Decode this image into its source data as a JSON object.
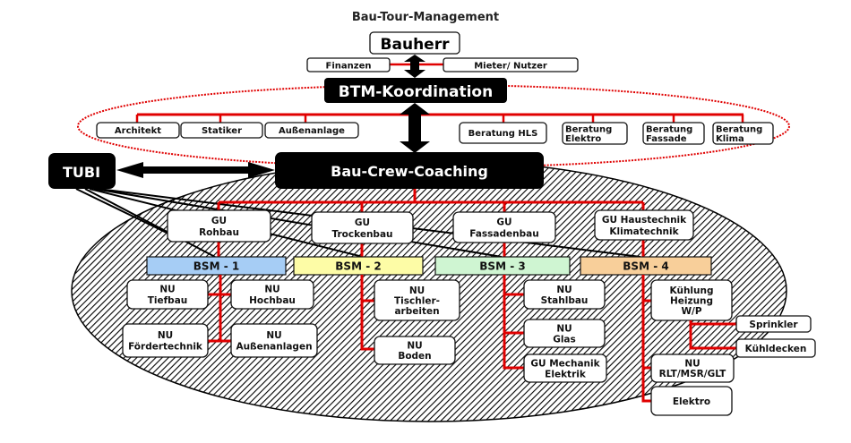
{
  "title": "Bau-Tour-Management",
  "colors": {
    "connector_red": "#e00000",
    "bsm1": "#a6cdf5",
    "bsm2": "#fdfca6",
    "bsm3": "#cff5d2",
    "bsm4": "#f8cf9a",
    "dark_box": "#000000",
    "ellipse_dotted": "#e00000"
  },
  "top": {
    "bauherr": "Bauherr",
    "finanzen": "Finanzen",
    "mieter": "Mieter/ Nutzer",
    "btm": "BTM-Koordination"
  },
  "consultants": [
    {
      "lines": [
        "Architekt"
      ]
    },
    {
      "lines": [
        "Statiker"
      ]
    },
    {
      "lines": [
        "Außenanlage"
      ]
    },
    {
      "lines": [
        "Beratung HLS"
      ]
    },
    {
      "lines": [
        "Beratung",
        "Elektro"
      ]
    },
    {
      "lines": [
        "Beratung",
        "Fassade"
      ]
    },
    {
      "lines": [
        "Beratung",
        "Klima"
      ]
    }
  ],
  "tubi": "TUBI",
  "coaching": "Bau-Crew-Coaching",
  "gu": [
    {
      "lines": [
        "GU",
        "Rohbau"
      ]
    },
    {
      "lines": [
        "GU",
        "Trockenbau"
      ]
    },
    {
      "lines": [
        "GU",
        "Fassadenbau"
      ]
    },
    {
      "lines": [
        "GU  Haustechnik",
        "Klimatechnik"
      ]
    }
  ],
  "bsm": [
    "BSM - 1",
    "BSM - 2",
    "BSM - 3",
    "BSM - 4"
  ],
  "nu_bsm1": [
    {
      "lines": [
        "NU",
        "Tiefbau"
      ]
    },
    {
      "lines": [
        "NU",
        "Hochbau"
      ]
    },
    {
      "lines": [
        "NU",
        "Fördertechnik"
      ]
    },
    {
      "lines": [
        "NU",
        "Außenanlagen"
      ]
    }
  ],
  "nu_bsm2": [
    {
      "lines": [
        "NU",
        "Tischler-",
        "arbeiten"
      ]
    },
    {
      "lines": [
        "NU",
        "Boden"
      ]
    }
  ],
  "nu_bsm3": [
    {
      "lines": [
        "NU",
        "Stahlbau"
      ]
    },
    {
      "lines": [
        "NU",
        "Glas"
      ]
    },
    {
      "lines": [
        "GU Mechanik",
        "Elektrik"
      ]
    }
  ],
  "nu_bsm4": [
    {
      "lines": [
        "Kühlung",
        "Heizung",
        "W/P"
      ]
    },
    {
      "lines": [
        "NU",
        "RLT/MSR/GLT"
      ]
    },
    {
      "lines": [
        "Elektro"
      ]
    }
  ],
  "sub_kuehlung": [
    {
      "lines": [
        "Sprinkler"
      ]
    },
    {
      "lines": [
        "Kühldecken"
      ]
    }
  ]
}
